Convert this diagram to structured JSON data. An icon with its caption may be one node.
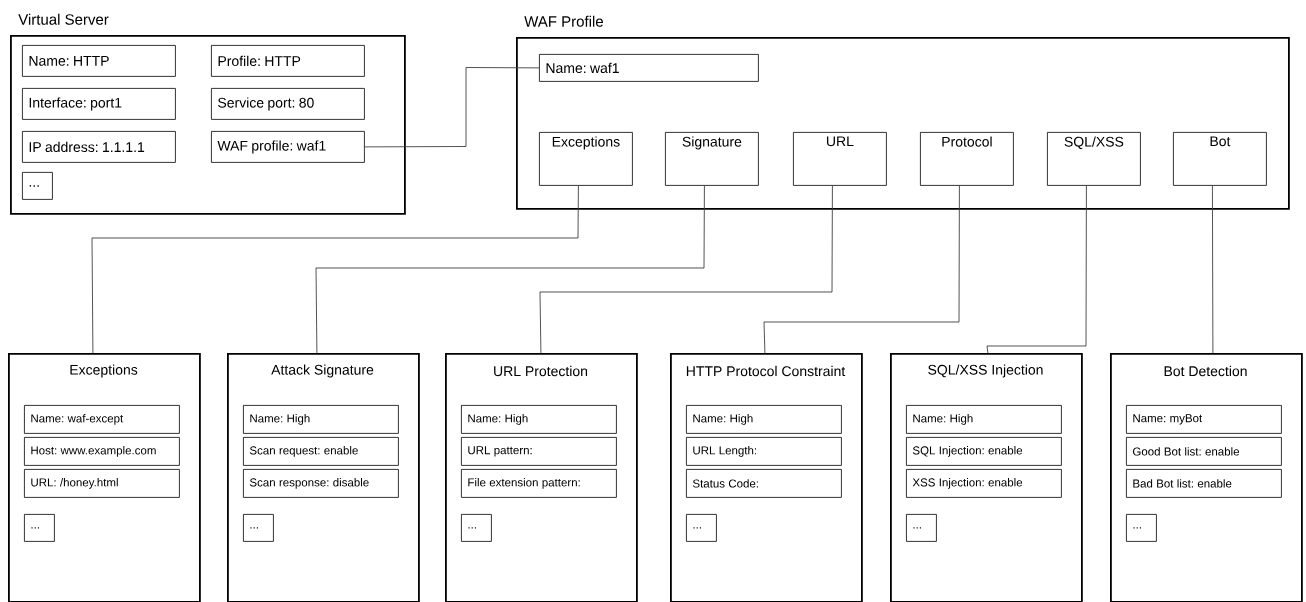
{
  "diagram": {
    "nodes": [
      {
        "text": [
          "Virtual Server"
        ]
      },
      {
        "text": [
          "Name: HTTP"
        ],
        "in": 0
      },
      {
        "text": [
          "Profile: HTTP"
        ],
        "in": 0
      },
      {
        "text": [
          "Interface: port1"
        ],
        "in": 0
      },
      {
        "text": [
          "Service port: 80"
        ],
        "in": 0
      },
      {
        "text": [
          "IP address: 1.1.1.1"
        ],
        "in": 0
      },
      {
        "text": [
          "WAF profile: waf1"
        ],
        "in": 0
      },
      {
        "text": [
          "..."
        ],
        "in": 0
      },
      {
        "text": [
          "WAF Profile"
        ]
      },
      {
        "text": [
          "Name: waf1"
        ],
        "in": 8
      },
      {
        "text": [
          "Exceptions"
        ],
        "in": 8
      },
      {
        "text": [
          "Signature"
        ],
        "in": 8
      },
      {
        "text": [
          "URL"
        ],
        "in": 8
      },
      {
        "text": [
          "Protocol"
        ],
        "in": 8
      },
      {
        "text": [
          "SQL/XSS"
        ],
        "in": 8
      },
      {
        "text": [
          "Bot"
        ],
        "in": 8
      },
      {
        "text": [
          "Exceptions"
        ]
      },
      {
        "text": [
          "Name: waf-except"
        ],
        "in": 16
      },
      {
        "text": [
          "Host: www.example.com"
        ],
        "in": 16
      },
      {
        "text": [
          "URL: /honey.html"
        ],
        "in": 16
      },
      {
        "text": [
          "..."
        ],
        "in": 16
      },
      {
        "text": [
          "Attack Signature"
        ]
      },
      {
        "text": [
          "Name: High"
        ],
        "in": 21
      },
      {
        "text": [
          "Scan request: enable"
        ],
        "in": 21
      },
      {
        "text": [
          "Scan response: disable"
        ],
        "in": 21
      },
      {
        "text": [
          "..."
        ],
        "in": 21
      },
      {
        "text": [
          "URL Protection"
        ]
      },
      {
        "text": [
          "Name: High"
        ],
        "in": 26
      },
      {
        "text": [
          "URL pattern:"
        ],
        "in": 26
      },
      {
        "text": [
          "File extension pattern:"
        ],
        "in": 26
      },
      {
        "text": [
          "..."
        ],
        "in": 26
      },
      {
        "text": [
          "HTTP Protocol Constraint"
        ]
      },
      {
        "text": [
          "Name: High"
        ],
        "in": 31
      },
      {
        "text": [
          "URL Length:"
        ],
        "in": 31
      },
      {
        "text": [
          "Status Code:"
        ],
        "in": 31
      },
      {
        "text": [
          "..."
        ],
        "in": 31
      },
      {
        "text": [
          "SQL/XSS Injection"
        ]
      },
      {
        "text": [
          "Name: High"
        ],
        "in": 36
      },
      {
        "text": [
          "SQL Injection: enable"
        ],
        "in": 36
      },
      {
        "text": [
          "XSS Injection: enable"
        ],
        "in": 36
      },
      {
        "text": [
          "..."
        ],
        "in": 36
      },
      {
        "text": [
          "Bot Detection"
        ]
      },
      {
        "text": [
          "Name: myBot"
        ],
        "in": 41
      },
      {
        "text": [
          "Good Bot list: enable"
        ],
        "in": 41
      },
      {
        "text": [
          "Bad Bot list: enable"
        ],
        "in": 41
      },
      {
        "text": [
          "..."
        ],
        "in": 41
      }
    ],
    "edges": [
      {
        "from": 6,
        "to": 9,
        "arrow": "none"
      },
      {
        "from": 10,
        "to": 16,
        "arrow": "none"
      },
      {
        "from": 11,
        "to": 21,
        "arrow": "none"
      },
      {
        "from": 12,
        "to": 26,
        "arrow": "none"
      },
      {
        "from": 13,
        "to": 31,
        "arrow": "none"
      },
      {
        "from": 14,
        "to": 36,
        "arrow": "none"
      },
      {
        "from": 15,
        "to": 41,
        "arrow": "none"
      }
    ]
  }
}
